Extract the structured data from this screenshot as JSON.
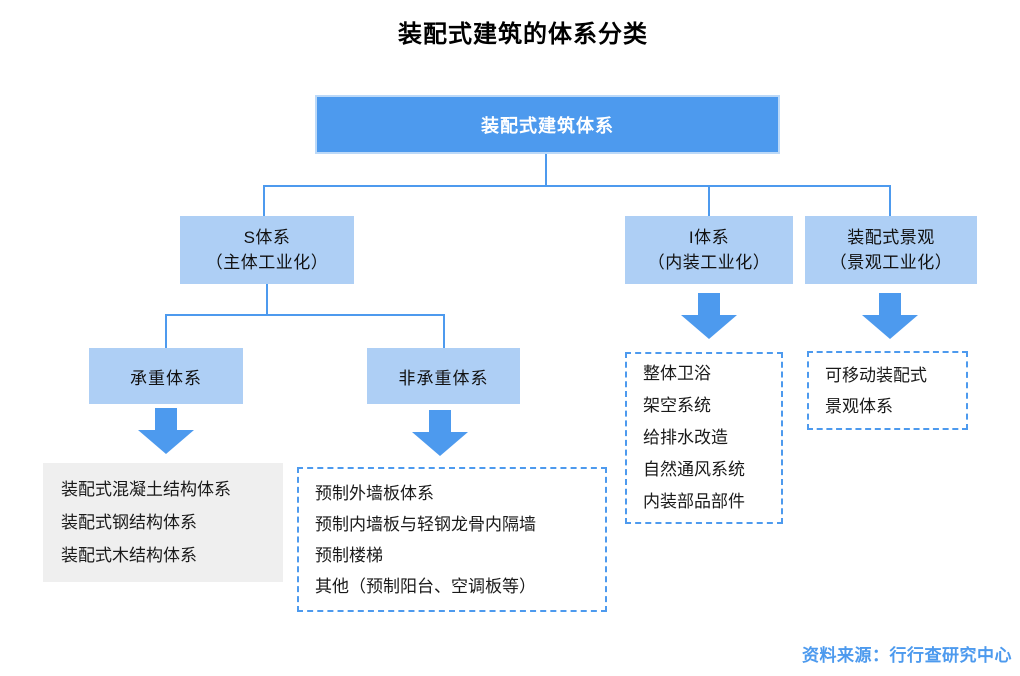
{
  "title": "装配式建筑的体系分类",
  "source_note": "资料来源：行行查研究中心",
  "colors": {
    "accent_blue": "#4D9AEE",
    "light_blue": "#AECFF5",
    "leaf_gray": "#EFEFEF",
    "text_black": "#111111",
    "root_text_white": "#FFFFFF"
  },
  "tree": {
    "root": {
      "label": "装配式建筑体系"
    },
    "s_system": {
      "line1": "S体系",
      "line2": "（主体工业化）"
    },
    "i_system": {
      "line1": "I体系",
      "line2": "（内装工业化）"
    },
    "landscape": {
      "line1": "装配式景观",
      "line2": "（景观工业化）"
    },
    "bearing": {
      "label": "承重体系"
    },
    "non_bearing": {
      "label": "非承重体系"
    },
    "bearing_items": [
      "装配式混凝土结构体系",
      "装配式钢结构体系",
      "装配式木结构体系"
    ],
    "non_bearing_items": [
      "预制外墙板体系",
      "预制内墙板与轻钢龙骨内隔墙",
      "预制楼梯",
      "其他（预制阳台、空调板等）"
    ],
    "i_items": [
      "整体卫浴",
      "架空系统",
      "给排水改造",
      "自然通风系统",
      "内装部品部件"
    ],
    "landscape_items": [
      "可移动装配式",
      "景观体系"
    ]
  }
}
